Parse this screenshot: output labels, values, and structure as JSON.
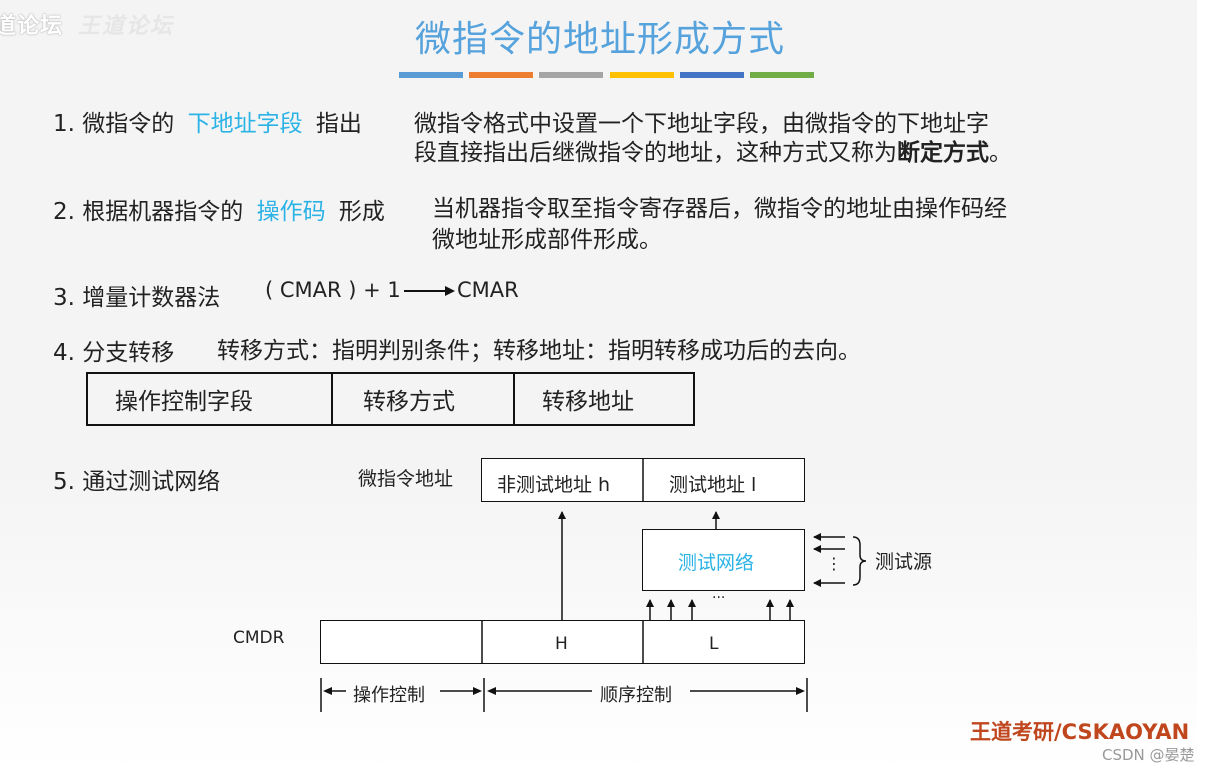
{
  "watermark": {
    "forum": "道论坛",
    "ghost": "王道论坛"
  },
  "title": "微指令的地址形成方式",
  "accent_bars": [
    "#5b9bd5",
    "#ed7d31",
    "#a5a5a5",
    "#ffc000",
    "#4472c4",
    "#70ad47"
  ],
  "items": [
    {
      "num": "1.",
      "pre": "微指令的",
      "key": "下地址字段",
      "post": "指出",
      "desc_line1": "微指令格式中设置一个下地址字段，由微指令的下地址字",
      "desc_line2_pre": "段直接指出后继微指令的地址，这种方式又称为",
      "desc_line2_bold": "断定方式",
      "desc_line2_end": "。"
    },
    {
      "num": "2.",
      "pre": "根据机器指令的",
      "key": "操作码",
      "post": "形成",
      "desc_line1": "当机器指令取至指令寄存器后，微指令的地址由操作码经",
      "desc_line2": "微地址形成部件形成。"
    },
    {
      "num": "3.",
      "label": "增量计数器法",
      "formula_left": "( CMAR ) + 1",
      "formula_right": "CMAR"
    },
    {
      "num": "4.",
      "label": "分支转移",
      "desc": "转移方式：指明判别条件；转移地址：指明转移成功后的去向。",
      "format_fields": [
        "操作控制字段",
        "转移方式",
        "转移地址"
      ]
    },
    {
      "num": "5.",
      "label": "通过测试网络"
    }
  ],
  "diagram": {
    "micro_addr_label": "微指令地址",
    "non_test_addr": "非测试地址 h",
    "test_addr": "测试地址 l",
    "test_network": "测试网络",
    "test_source": "测试源",
    "input_dots": "⋮",
    "bottom_dots": "···",
    "cmdr_label": "CMDR",
    "cmdr_h": "H",
    "cmdr_l": "L",
    "op_control": "操作控制",
    "seq_control": "顺序控制"
  },
  "footer": {
    "logo": "王道考研/CSKAOYAN",
    "csdn": "CSDN @晏楚"
  }
}
